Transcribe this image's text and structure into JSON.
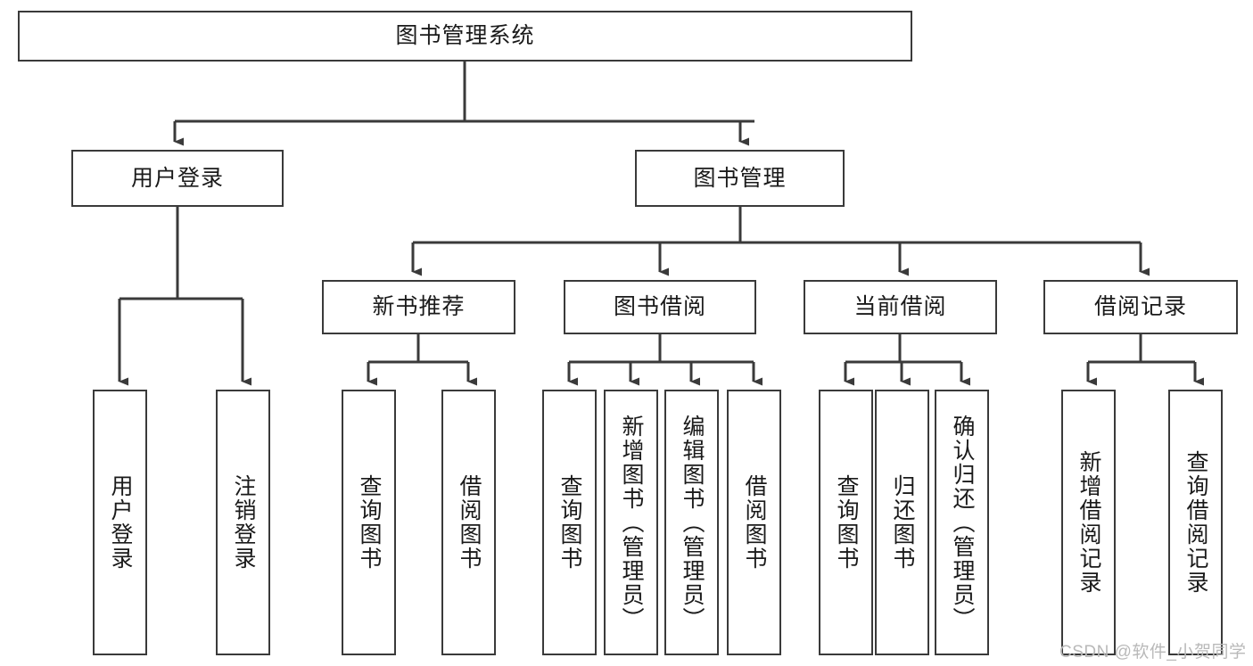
{
  "diagram": {
    "type": "tree-flowchart",
    "title": "图书管理系统",
    "orientation": "top-down",
    "style": {
      "box_border_color": "#3a3a3a",
      "box_fill_color": "#ffffff",
      "connector_color": "#3a3a3a",
      "text_color": "#1a1a1a",
      "background": "#ffffff"
    },
    "nodes": {
      "root": {
        "label": "图书管理系统"
      },
      "l1": [
        {
          "label": "用户登录"
        },
        {
          "label": "图书管理"
        }
      ],
      "l2": [
        {
          "label": "新书推荐"
        },
        {
          "label": "图书借阅"
        },
        {
          "label": "当前借阅"
        },
        {
          "label": "借阅记录"
        }
      ],
      "leaves_user_login": [
        {
          "label": "用户登录"
        },
        {
          "label": "注销登录"
        }
      ],
      "leaves_new_book": [
        {
          "label": "查询图书"
        },
        {
          "label": "借阅图书"
        }
      ],
      "leaves_borrow": [
        {
          "label": "查询图书"
        },
        {
          "label": "新增图书（管理员）"
        },
        {
          "label": "编辑图书（管理员）"
        },
        {
          "label": "借阅图书"
        }
      ],
      "leaves_current": [
        {
          "label": "查询图书"
        },
        {
          "label": "归还图书"
        },
        {
          "label": "确认归还（管理员）"
        }
      ],
      "leaves_record": [
        {
          "label": "新增借阅记录"
        },
        {
          "label": "查询借阅记录"
        }
      ]
    }
  },
  "watermark": {
    "text": "CSDN @软件_小贺同学"
  }
}
